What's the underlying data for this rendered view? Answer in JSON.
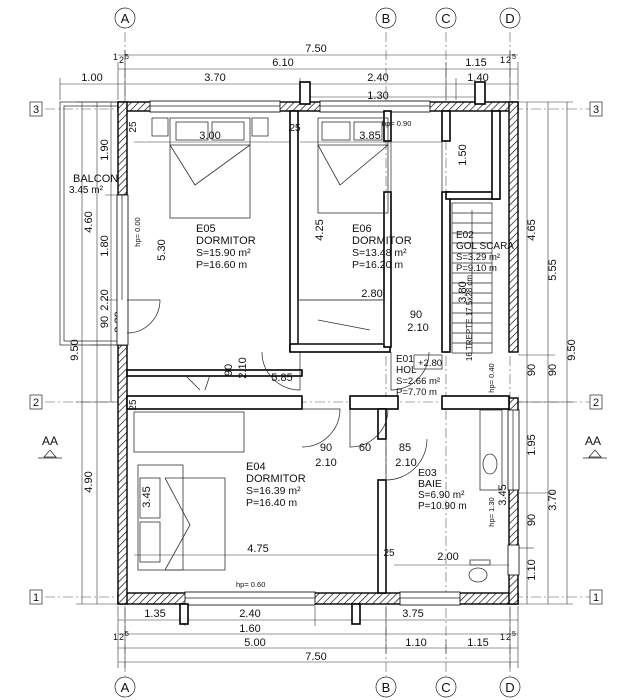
{
  "axes": {
    "vertical": [
      {
        "id": "A",
        "label": "A"
      },
      {
        "id": "B",
        "label": "B"
      },
      {
        "id": "C",
        "label": "C"
      },
      {
        "id": "D",
        "label": "D"
      }
    ],
    "horizontal": [
      {
        "id": "3",
        "label": "3"
      },
      {
        "id": "2",
        "label": "2"
      },
      {
        "id": "1",
        "label": "1"
      }
    ]
  },
  "section_marker": {
    "label": "AA"
  },
  "dims_top": {
    "total": "7.50",
    "row2": [
      "6.10",
      "1.15"
    ],
    "row3": [
      "1.00",
      "3.70",
      "2.40",
      "1.40"
    ],
    "small": [
      "1",
      "2",
      "5"
    ],
    "mid": "1.30"
  },
  "dims_bottom": {
    "row1": [
      "1.35",
      "2.40",
      "3.75"
    ],
    "row2": [
      "1.60"
    ],
    "row3": [
      "5.00",
      "1.10",
      "1.15"
    ],
    "total": "7.50",
    "small": [
      "1",
      "2",
      "5"
    ]
  },
  "dims_left": {
    "outer": "9.50",
    "mid": [
      "4.60",
      "4.90"
    ],
    "inner": [
      "1.90",
      "1.80",
      "2.20",
      "90"
    ],
    "balcony_sill": "2.20"
  },
  "dims_right": {
    "outer": "9.50",
    "mid": [
      "5.55",
      "3.70"
    ],
    "inner": [
      "4.65",
      "90",
      "1.95",
      "90",
      "1.10"
    ],
    "inner2": [
      "3.45",
      "90"
    ]
  },
  "rooms": [
    {
      "code": "E05",
      "name": "DORMITOR",
      "area": "S=15.90 m²",
      "perim": "P=16.60 m"
    },
    {
      "code": "E06",
      "name": "DORMITOR",
      "area": "S=13.48 m²",
      "perim": "P=16.20 m"
    },
    {
      "code": "E02",
      "name": "GOL SCARA",
      "area": "S=3.29 m²",
      "perim": "P=9.10 m"
    },
    {
      "code": "E01",
      "name": "HOL",
      "area": "S=2.66 m²",
      "perim": "P=7.70 m"
    },
    {
      "code": "E04",
      "name": "DORMITOR",
      "area": "S=16.39 m²",
      "perim": "P=16.40 m"
    },
    {
      "code": "E03",
      "name": "BAIE",
      "area": "S=6.90 m²",
      "perim": "P=10.90 m"
    }
  ],
  "balcony": {
    "name": "BALCON",
    "area": "3.45 m²"
  },
  "level_mark": "+2.80",
  "stairs": "16 TREPTE 17.5x28 cm",
  "hp": {
    "e06": "hp= 0.90",
    "left": "hp= 0.00",
    "bottom": "hp= 0.60",
    "bath": "hp= 1.30",
    "hol": "hp= 0.40"
  },
  "interior_dims": {
    "e05_w": "3.00",
    "e05_h": "5.30",
    "e06_w": "3.85",
    "e06_h": "4.25",
    "e06_b": "2.80",
    "e02_h": "1.50",
    "e02_s": "3.80",
    "hol_90": "90",
    "hol_210": "2.10",
    "corr_90": "90",
    "corr_210": "2.10",
    "corr_585": "5.85",
    "e04_d1": "90",
    "e04_d2": "60",
    "e04_d3": "85",
    "e04_w1": "2.10",
    "e04_w2": "2.10",
    "e04_h": "3.45",
    "e04_w": "4.75",
    "e03_25": "25",
    "e03_w": "2.00",
    "corr_25": "25",
    "e05_25": "25"
  }
}
